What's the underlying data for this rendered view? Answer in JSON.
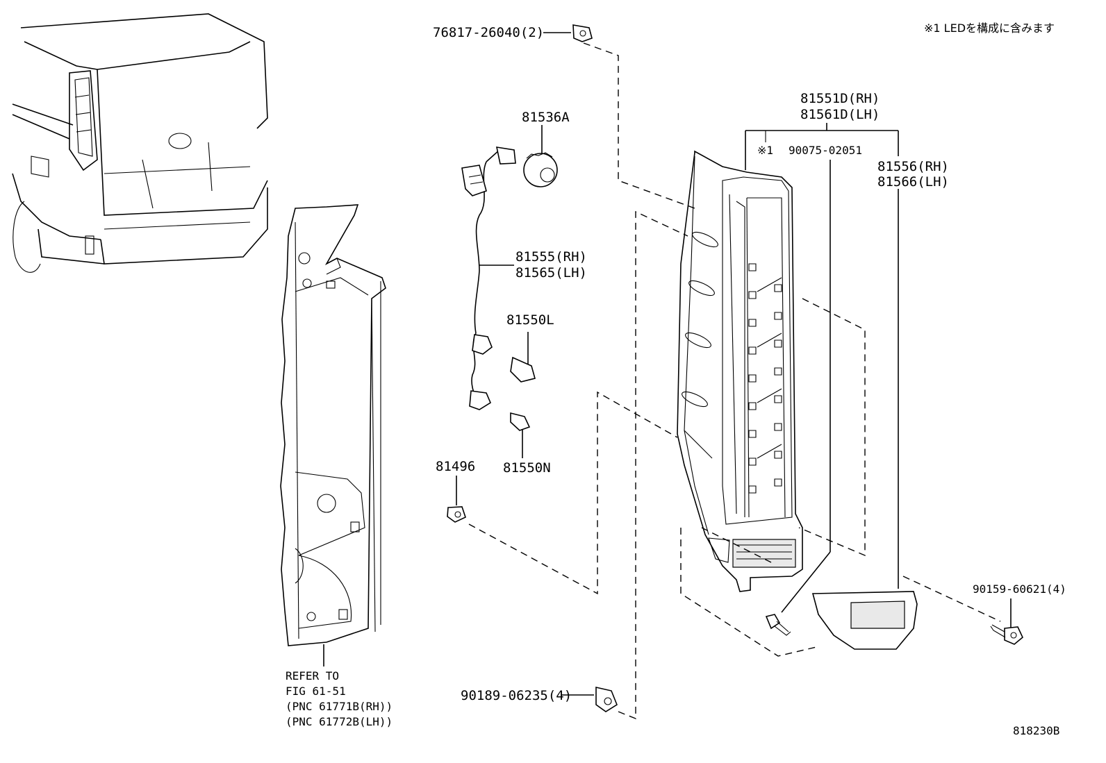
{
  "note": "※1 LEDを構成に含みます",
  "figure_id": "818230B",
  "parts": {
    "clip_76817": "76817-26040(2)",
    "socket_81536A": "81536A",
    "wire_rh": "81555(RH)",
    "wire_lh": "81565(LH)",
    "bulb_81550L": "81550L",
    "bulb_81550N": "81550N",
    "grommet_81496": "81496",
    "nut_90189": "90189-06235(4)",
    "lamp_rh": "81551D(RH)",
    "lamp_lh": "81561D(LH)",
    "screw_90075_mark": "※1",
    "screw_90075": "90075-02051",
    "lens_rh": "81556(RH)",
    "lens_lh": "81566(LH)",
    "screw_90159": "90159-60621(4)"
  },
  "refer": {
    "line1": "REFER TO",
    "line2": "FIG 61-51",
    "line3": "(PNC 61771B(RH))",
    "line4": "(PNC 61772B(LH))"
  }
}
